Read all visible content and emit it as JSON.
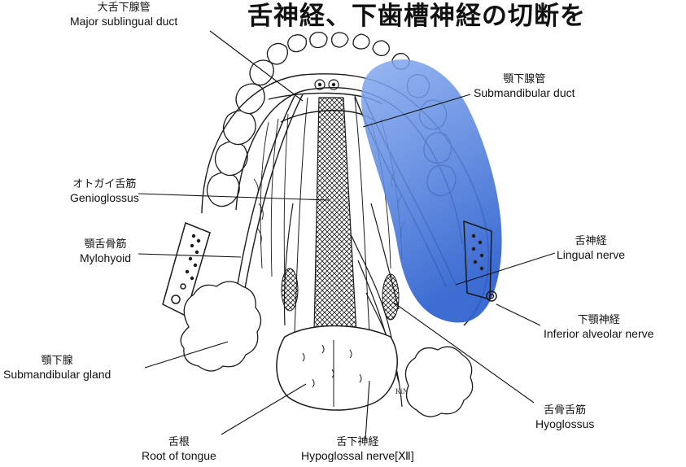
{
  "title": "舌神経、下歯槽神経の切断を",
  "labels": {
    "major_sublingual_duct": {
      "jp": "大舌下腺管",
      "en": "Major sublingual duct"
    },
    "submandibular_duct": {
      "jp": "顎下腺管",
      "en": "Submandibular duct"
    },
    "genioglossus": {
      "jp": "オトガイ舌筋",
      "en": "Genioglossus"
    },
    "mylohyoid": {
      "jp": "顎舌骨筋",
      "en": "Mylohyoid"
    },
    "lingual_nerve": {
      "jp": "舌神経",
      "en": "Lingual nerve"
    },
    "inferior_alveolar_nerve": {
      "jp": "下顎神経",
      "en": "Inferior alveolar nerve"
    },
    "submandibular_gland": {
      "jp": "顎下腺",
      "en": "Submandibular gland"
    },
    "hyoglossus": {
      "jp": "舌骨舌筋",
      "en": "Hyoglossus"
    },
    "root_of_tongue": {
      "jp": "舌根",
      "en": "Root of tongue"
    },
    "hypoglossal_nerve": {
      "jp": "舌下神経",
      "en": "Hypoglossal nerve[Ⅻ]"
    }
  },
  "signature": "KiN",
  "colors": {
    "highlight": "#3f72d9",
    "line": "#1a1a1a",
    "background": "#ffffff"
  }
}
